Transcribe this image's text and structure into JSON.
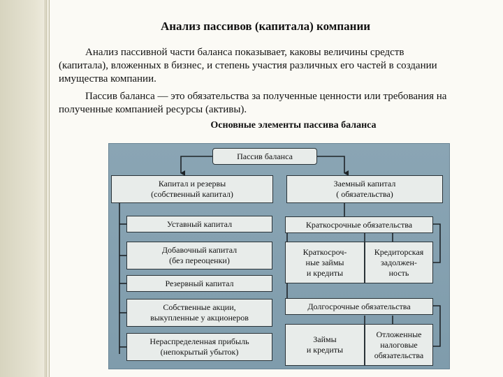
{
  "document": {
    "title": "Анализ пассивов (капитала) компании",
    "paragraph1": "Анализ пассивной части баланса показывает, каковы величины средств (капитала), вложенных в бизнес, и степень участия различных его частей в создании имущества компании.",
    "paragraph2": "Пассив баланса — это обязательства за полученные ценности или требования на полученные компанией ресурсы (активы).",
    "subtitle": "Основные элементы пассива баланса"
  },
  "diagram": {
    "root": "Пассив баланса",
    "equity": "Капитал и резервы\n(собственный капитал)",
    "debt": "Заемный капитал\n( обязательства)",
    "equity_items": [
      "Уставный капитал",
      "Добавочный капитал\n(без переоценки)",
      "Резервный капитал",
      "Собственные акции,\nвыкупленные у акционеров",
      "Нераспределенная прибыль\n(непокрытый убыток)"
    ],
    "short_term": "Краткосрочные обязательства",
    "short_items": [
      "Краткосроч-\nные займы\nи кредиты",
      "Кредиторская\nзадолжен-\nность"
    ],
    "long_term": "Долгосрочные обязательства",
    "long_items": [
      "Займы\nи кредиты",
      "Отложенные\nналоговые\nобязательства"
    ]
  }
}
